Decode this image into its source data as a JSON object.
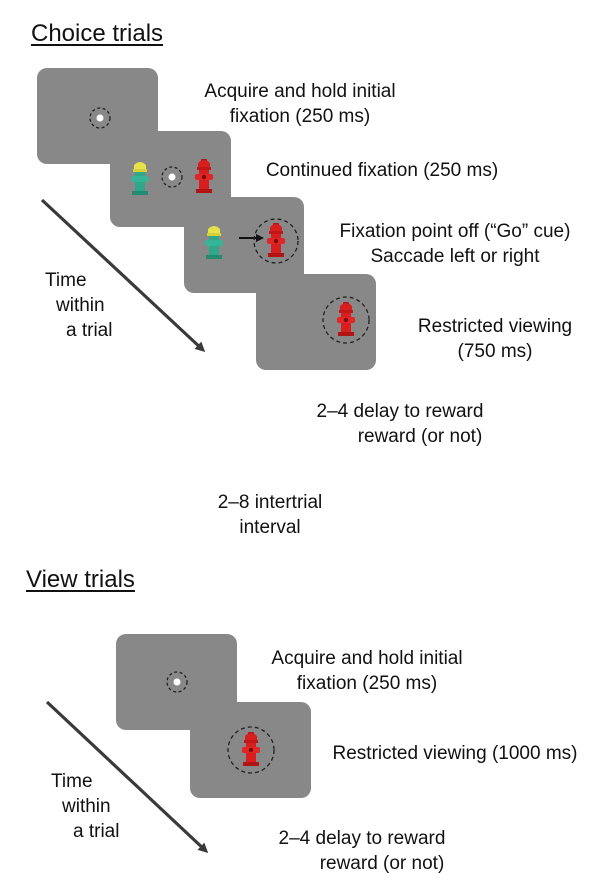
{
  "choice": {
    "title": "Choice trials",
    "steps": [
      {
        "lines": [
          "Acquire and hold initial",
          "fixation (250 ms)"
        ]
      },
      {
        "lines": [
          "Continued fixation (250 ms)"
        ]
      },
      {
        "lines": [
          "Fixation point off (“Go” cue)",
          "Saccade left or right"
        ]
      },
      {
        "lines": [
          "Restricted viewing",
          "(750 ms)"
        ]
      }
    ],
    "delay": [
      "2–4 delay to  reward",
      "reward (or not)"
    ],
    "time_label": [
      "Time",
      "within",
      "a trial"
    ]
  },
  "intertrial": [
    "2–8 intertrial",
    "interval"
  ],
  "view": {
    "title": "View trials",
    "steps": [
      {
        "lines": [
          "Acquire and hold initial",
          "fixation (250 ms)"
        ]
      },
      {
        "lines": [
          "Restricted viewing (1000 ms)"
        ]
      }
    ],
    "delay": [
      "2–4 delay to  reward",
      "reward (or not)"
    ],
    "time_label": [
      "Time",
      "within",
      "a trial"
    ]
  },
  "colors": {
    "screen": "#888888",
    "arrow": "#3a3a3a",
    "fixation_point": "#ffffff",
    "fixation_window": "#222222",
    "red_hydrant": "#d81e1e",
    "green_hydrant_body": "#2fa88a",
    "yellow_hydrant_cap": "#e6e24a"
  },
  "icons": [
    "fixation-point-icon",
    "red-hydrant-icon",
    "green-hydrant-icon",
    "saccade-arrow-icon",
    "time-arrow-icon"
  ]
}
